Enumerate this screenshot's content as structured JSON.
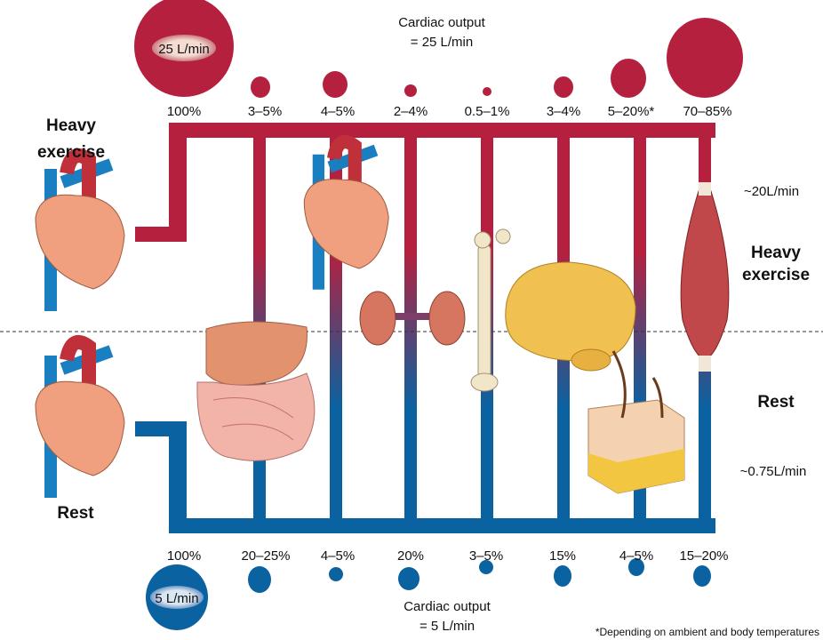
{
  "top": {
    "cardiac_line1": "Cardiac output",
    "cardiac_line2": "= 25 L/min",
    "total": "25 L/min",
    "percentages": [
      "100%",
      "3–5%",
      "4–5%",
      "2–4%",
      "0.5–1%",
      "3–4%",
      "5–20%*",
      "70–85%"
    ],
    "left_label_1": "Heavy",
    "left_label_2": "exercise",
    "right_flow": "~20L/min",
    "right_label_1": "Heavy",
    "right_label_2": "exercise"
  },
  "bottom": {
    "cardiac_line1": "Cardiac output",
    "cardiac_line2": "= 5 L/min",
    "total": "5 L/min",
    "percentages": [
      "100%",
      "20–25%",
      "4–5%",
      "20%",
      "3–5%",
      "15%",
      "4–5%",
      "15–20%"
    ],
    "left_label": "Rest",
    "right_label": "Rest",
    "right_flow": "~0.75L/min"
  },
  "footnote": "*Depending on ambient and body temperatures",
  "colors": {
    "exercise": "#b5203f",
    "rest": "#0a62a0",
    "organ": "#f0a07e"
  },
  "organs": [
    "heart",
    "digestive-tract",
    "heart",
    "kidneys",
    "bone",
    "brain",
    "skin",
    "skeletal-muscle"
  ]
}
